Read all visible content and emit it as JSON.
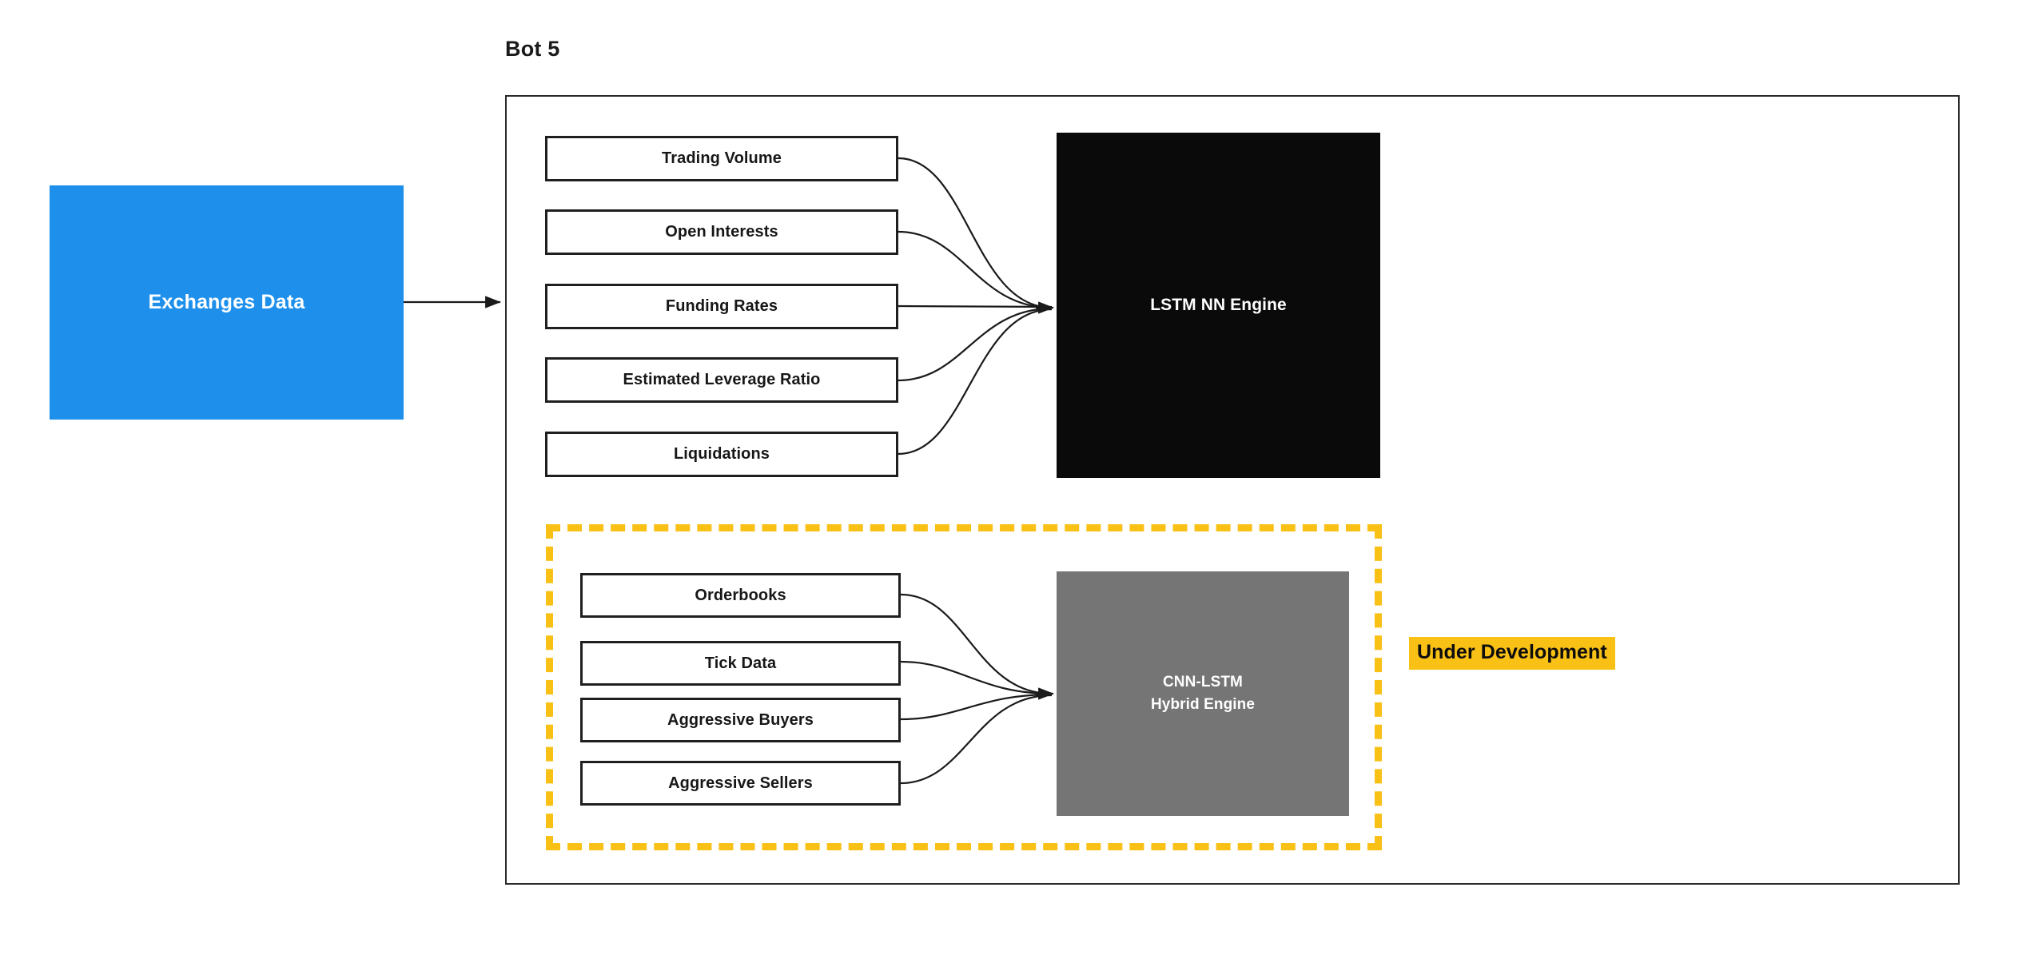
{
  "title": "Bot 5",
  "source": {
    "label": "Exchanges Data",
    "color": "#1E90EC"
  },
  "top_group": {
    "features": [
      {
        "label": "Trading Volume"
      },
      {
        "label": "Open Interests"
      },
      {
        "label": "Funding Rates"
      },
      {
        "label": "Estimated Leverage Ratio"
      },
      {
        "label": "Liquidations"
      }
    ],
    "engine": {
      "label": "LSTM NN Engine",
      "color": "#0A0A0A"
    }
  },
  "bottom_group": {
    "features": [
      {
        "label": "Orderbooks"
      },
      {
        "label": "Tick Data"
      },
      {
        "label": "Aggressive Buyers"
      },
      {
        "label": "Aggressive Sellers"
      }
    ],
    "engine": {
      "line1": "CNN-LSTM",
      "line2": "Hybrid Engine",
      "color": "#757575"
    },
    "status_badge": {
      "label": "Under Development",
      "color": "#F9C015"
    }
  },
  "palette": {
    "accent_blue": "#1E90EC",
    "accent_yellow": "#F9C015",
    "engine_black": "#0A0A0A",
    "engine_gray": "#757575",
    "stroke": "#1A1A1A"
  }
}
